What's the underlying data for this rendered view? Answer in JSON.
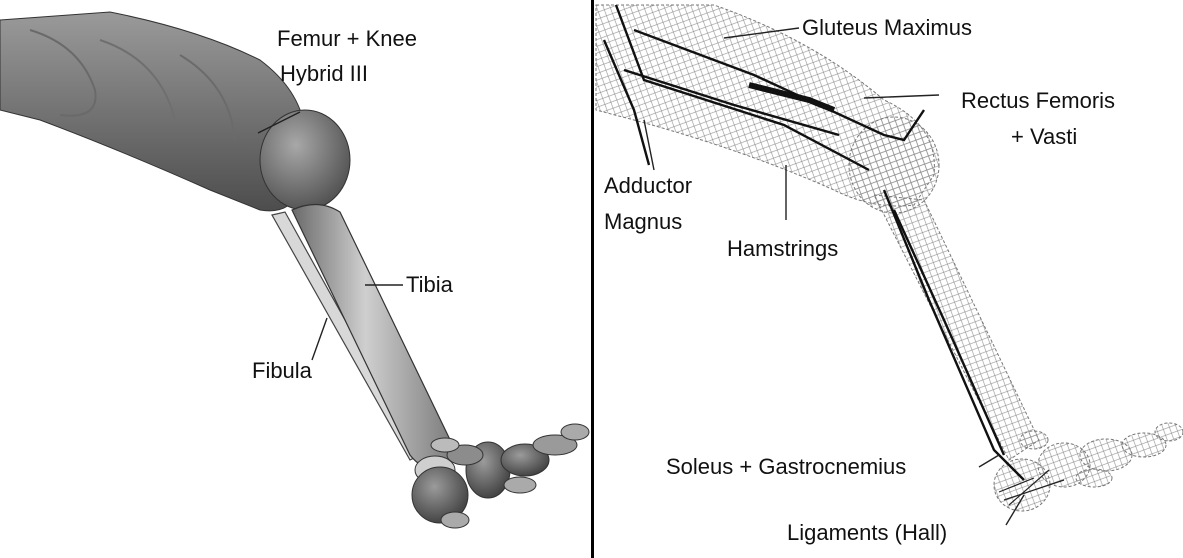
{
  "left_panel": {
    "labels": {
      "femur_knee": "Femur + Knee",
      "hybrid": "Hybrid III",
      "tibia": "Tibia",
      "fibula": "Fibula"
    }
  },
  "right_panel": {
    "labels": {
      "gluteus": "Gluteus Maximus",
      "rectus": "Rectus Femoris",
      "vasti": "+ Vasti",
      "adductor": "Adductor",
      "magnus": "Magnus",
      "hamstrings": "Hamstrings",
      "soleus": "Soleus + Gastrocnemius",
      "ligaments": "Ligaments (Hall)"
    }
  }
}
